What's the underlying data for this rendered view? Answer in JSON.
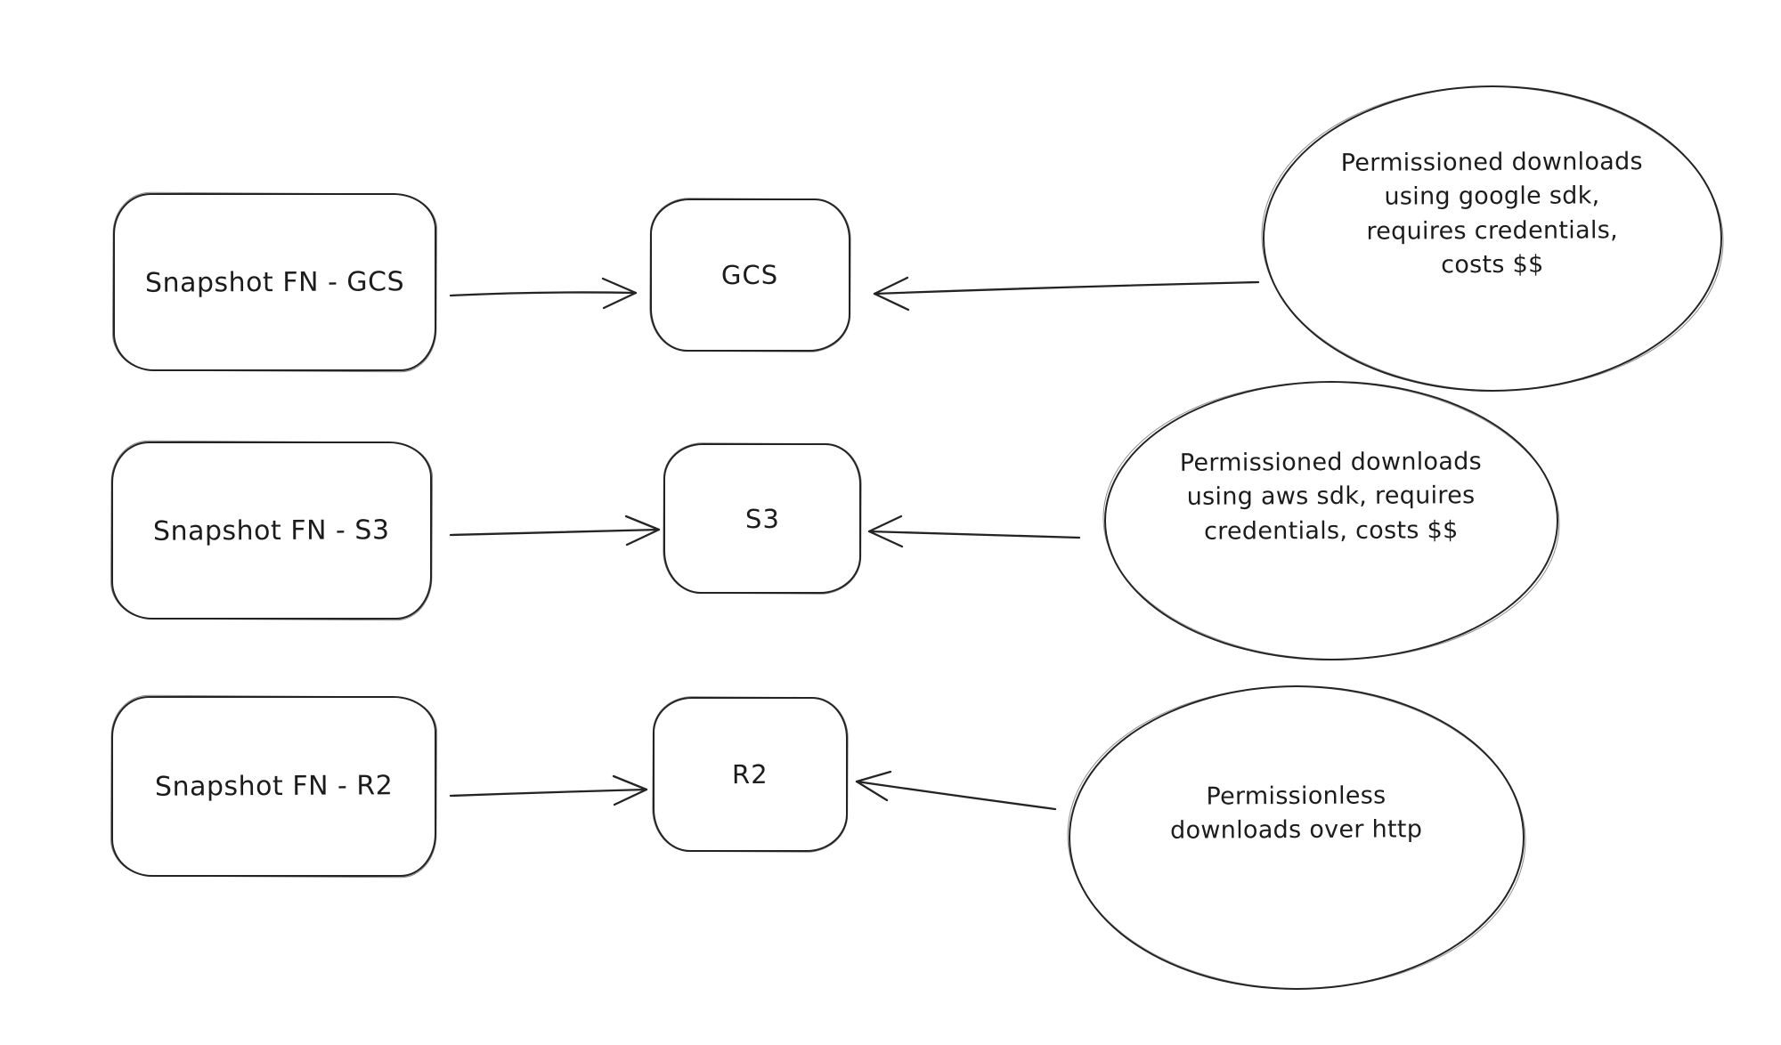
{
  "canvas": {
    "background": "#ffffff",
    "ink": "#1e1e1e"
  },
  "rows": [
    {
      "source_label": "Snapshot FN - GCS",
      "target_label": "GCS",
      "note": "Permissioned downloads\nusing google sdk,\nrequires credentials,\ncosts $$"
    },
    {
      "source_label": "Snapshot FN - S3",
      "target_label": "S3",
      "note": "Permissioned downloads\nusing aws sdk, requires\ncredentials, costs $$"
    },
    {
      "source_label": "Snapshot FN - R2",
      "target_label": "R2",
      "note": "Permissionless\ndownloads over http"
    }
  ]
}
